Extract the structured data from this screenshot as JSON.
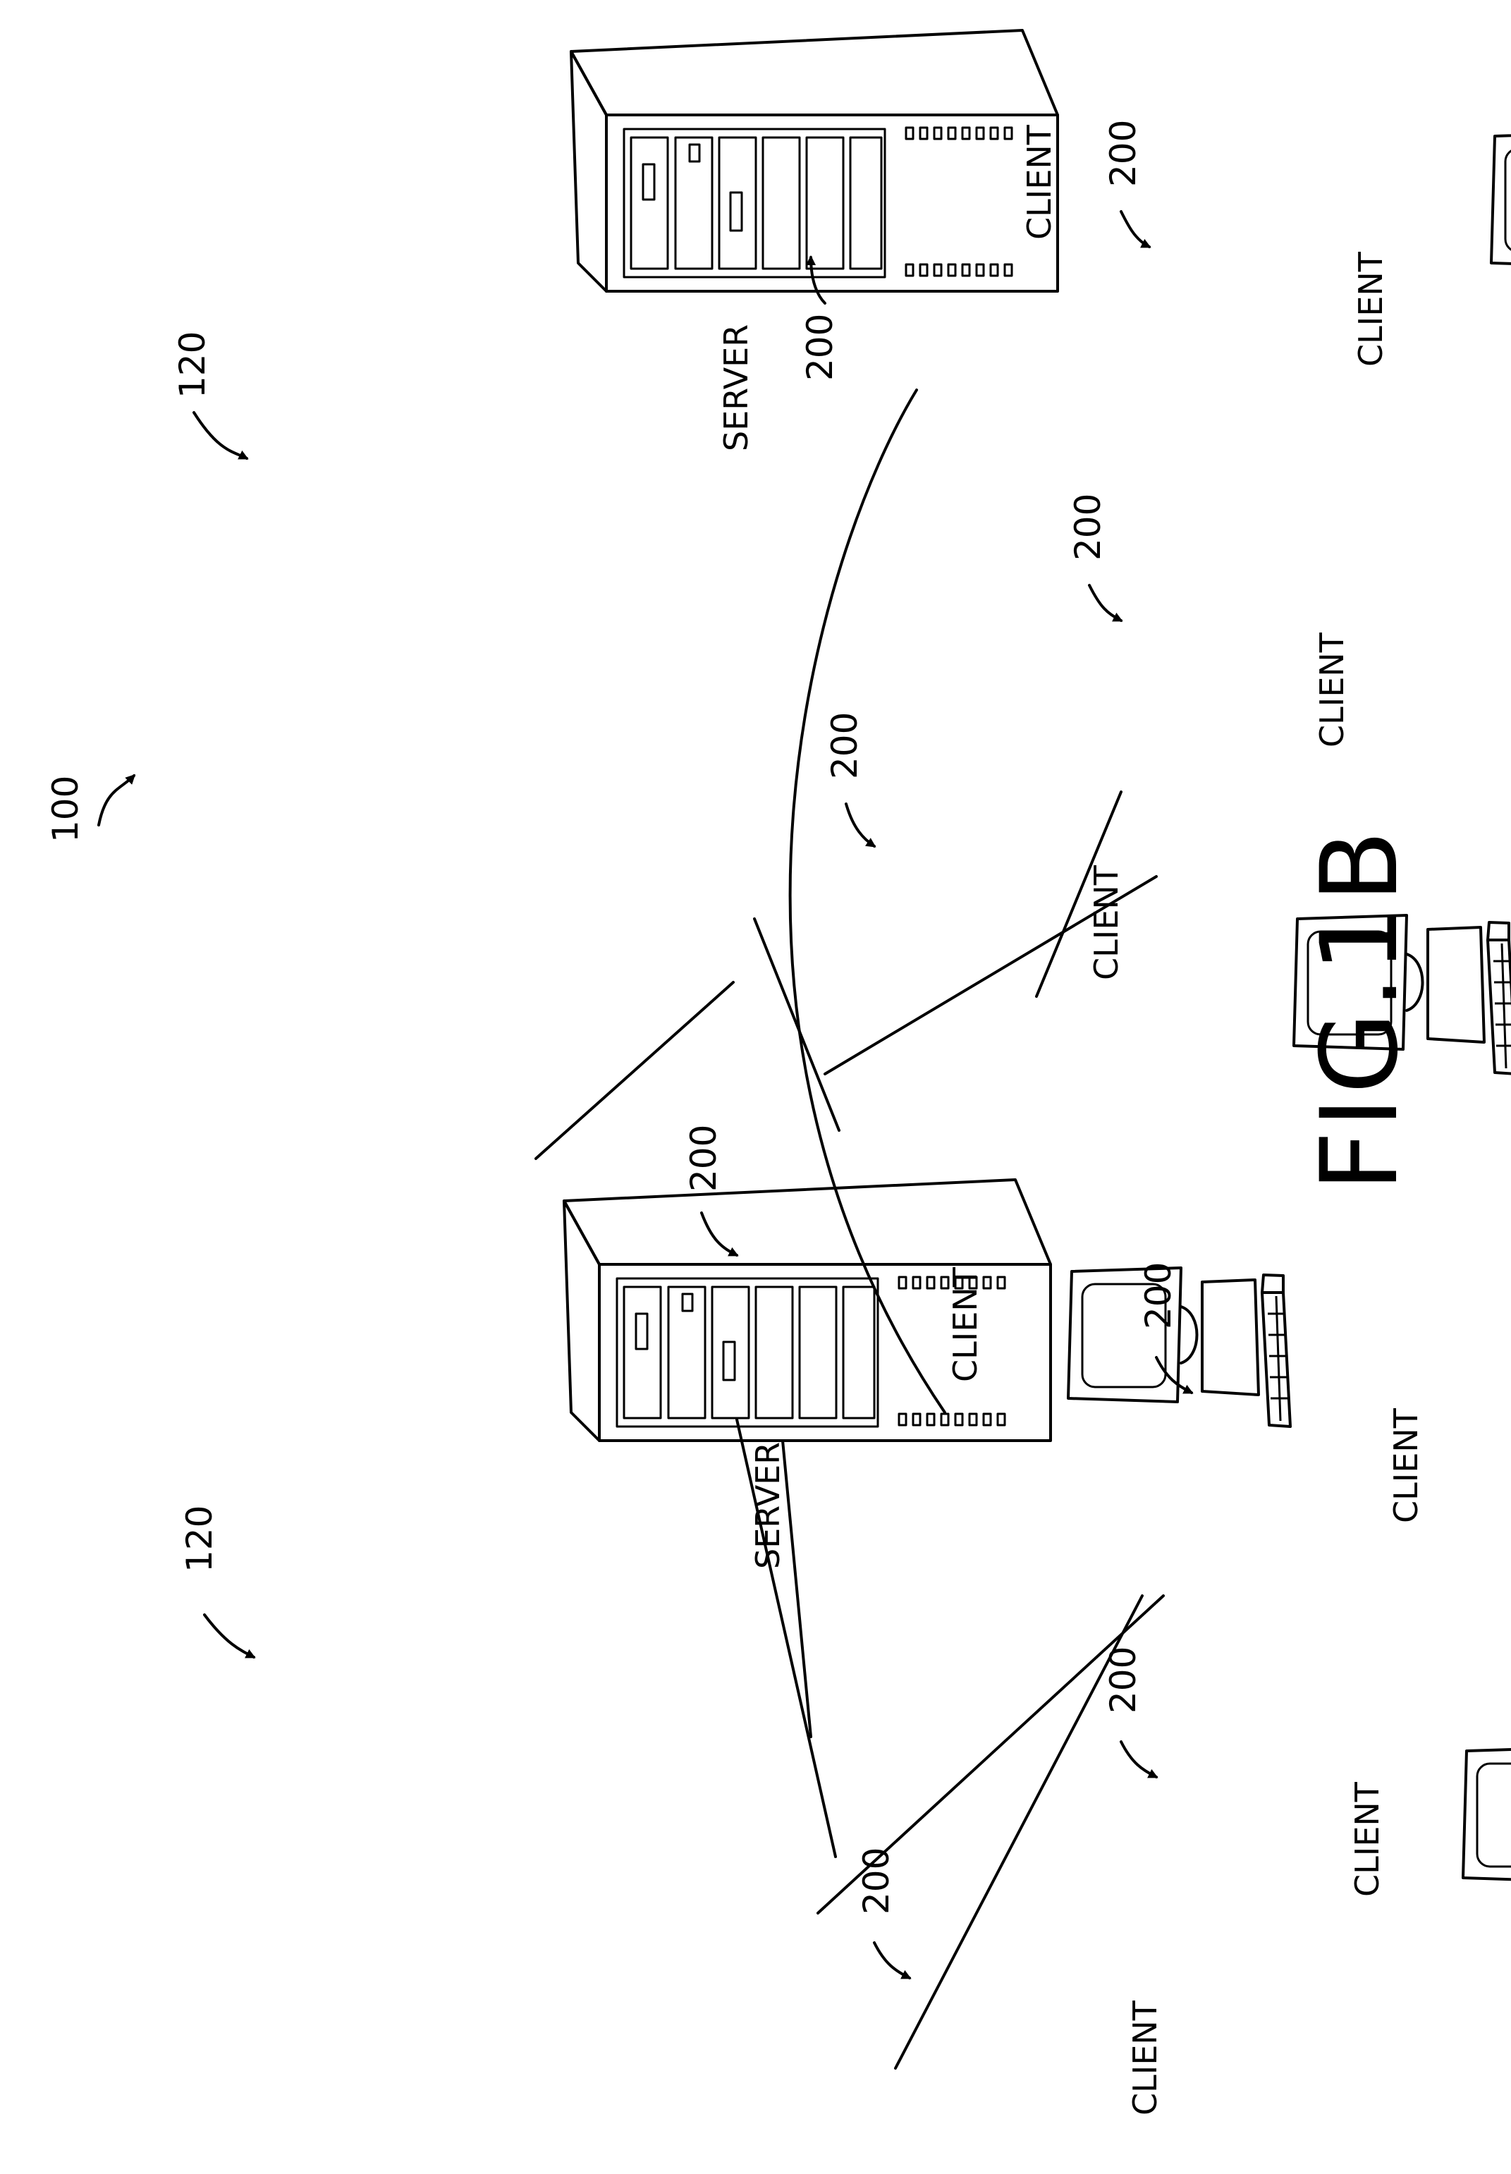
{
  "figure": {
    "title": "FIG.1B",
    "system_ref": "100",
    "servers": [
      {
        "ref": "120",
        "label": "SERVER"
      },
      {
        "ref": "120",
        "label": "SERVER"
      }
    ],
    "clients": [
      {
        "ref": "200",
        "label": "CLIENT"
      },
      {
        "ref": "200",
        "label": "CLIENT"
      },
      {
        "ref": "200",
        "label": "CLIENT"
      },
      {
        "ref": "200",
        "label": "CLIENT"
      },
      {
        "ref": "200",
        "label": "CLIENT"
      },
      {
        "ref": "200",
        "label": "CLIENT"
      },
      {
        "ref": "200",
        "label": "CLIENT"
      },
      {
        "ref": "200",
        "label": "CLIENT"
      }
    ]
  },
  "colors": {
    "ink": "#000000",
    "paper": "#ffffff"
  }
}
